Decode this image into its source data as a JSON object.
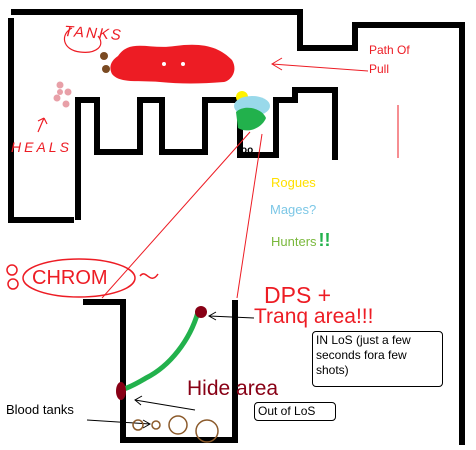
{
  "labels": {
    "tanks": "TANKS",
    "path_of_pull": "Path Of\nPull",
    "heals": "HEALS",
    "rogues": "Rogues",
    "mages": "Mages?",
    "hunters": "Hunters",
    "hunters_mark": "!!",
    "chrom": "CHROM",
    "dps_line1": "DPS +",
    "dps_line2": "Tranq area!!!",
    "los_note": "IN LoS (just a few seconds fora few shots)",
    "hide_area": "Hide area",
    "out_of_los": "Out of LoS",
    "blood_tanks": "Blood tanks"
  },
  "colors": {
    "wall": "#000000",
    "red": "#ed1c24",
    "dark_red": "#880015",
    "yellow": "#fff200",
    "light_blue": "#99d9ea",
    "green": "#22b14c",
    "dark_green": "#7ab83c",
    "brown": "#8b5a2b",
    "pink": "#e8a0a8"
  }
}
